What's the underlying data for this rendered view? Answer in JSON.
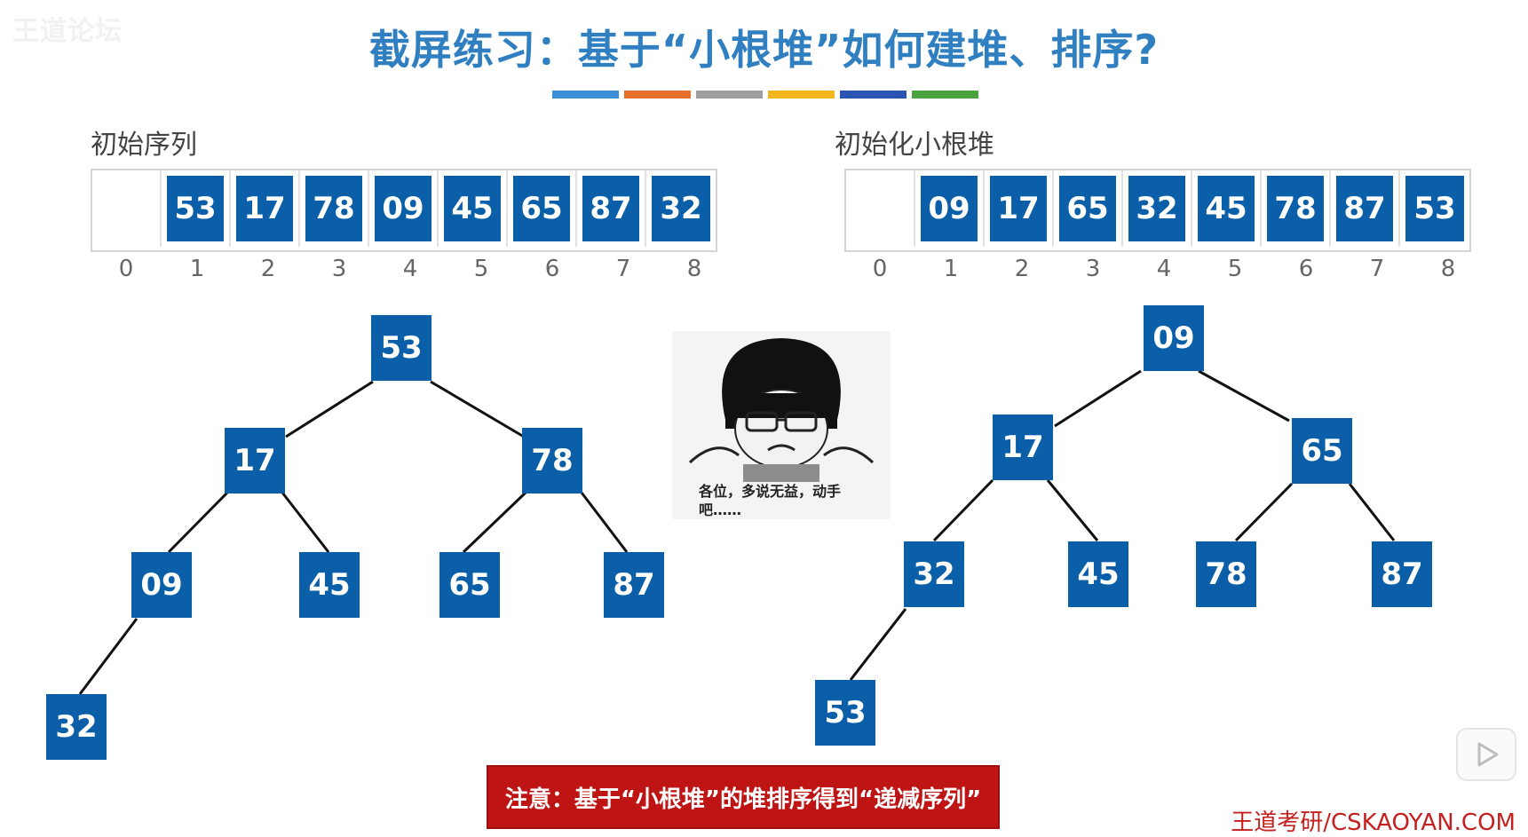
{
  "watermark": "王道论坛",
  "title": "截屏练习：基于“小根堆”如何建堆、排序?",
  "accent_colors": [
    "#3b8fd6",
    "#e8702d",
    "#9e9e9e",
    "#f2b51b",
    "#2a54b4",
    "#4aa23e"
  ],
  "left": {
    "label": "初始序列",
    "array": [
      "",
      "53",
      "17",
      "78",
      "09",
      "45",
      "65",
      "87",
      "32"
    ],
    "indices": [
      "0",
      "1",
      "2",
      "3",
      "4",
      "5",
      "6",
      "7",
      "8"
    ],
    "tree_nodes": [
      "53",
      "17",
      "78",
      "09",
      "45",
      "65",
      "87",
      "32"
    ]
  },
  "right": {
    "label": "初始化小根堆",
    "array": [
      "",
      "09",
      "17",
      "65",
      "32",
      "45",
      "78",
      "87",
      "53"
    ],
    "indices": [
      "0",
      "1",
      "2",
      "3",
      "4",
      "5",
      "6",
      "7",
      "8"
    ],
    "tree_nodes": [
      "09",
      "17",
      "65",
      "32",
      "45",
      "78",
      "87",
      "53"
    ]
  },
  "meme_caption": "各位，多说无益，动手吧……",
  "note": "注意：基于“小根堆”的堆排序得到“递减序列”",
  "brand": "王道考研/CSKAOYAN.COM",
  "icons": {
    "play": "play-icon"
  },
  "colors": {
    "node": "#0a5fa8",
    "title": "#2f7fc1",
    "note_bg": "#bf1414"
  }
}
